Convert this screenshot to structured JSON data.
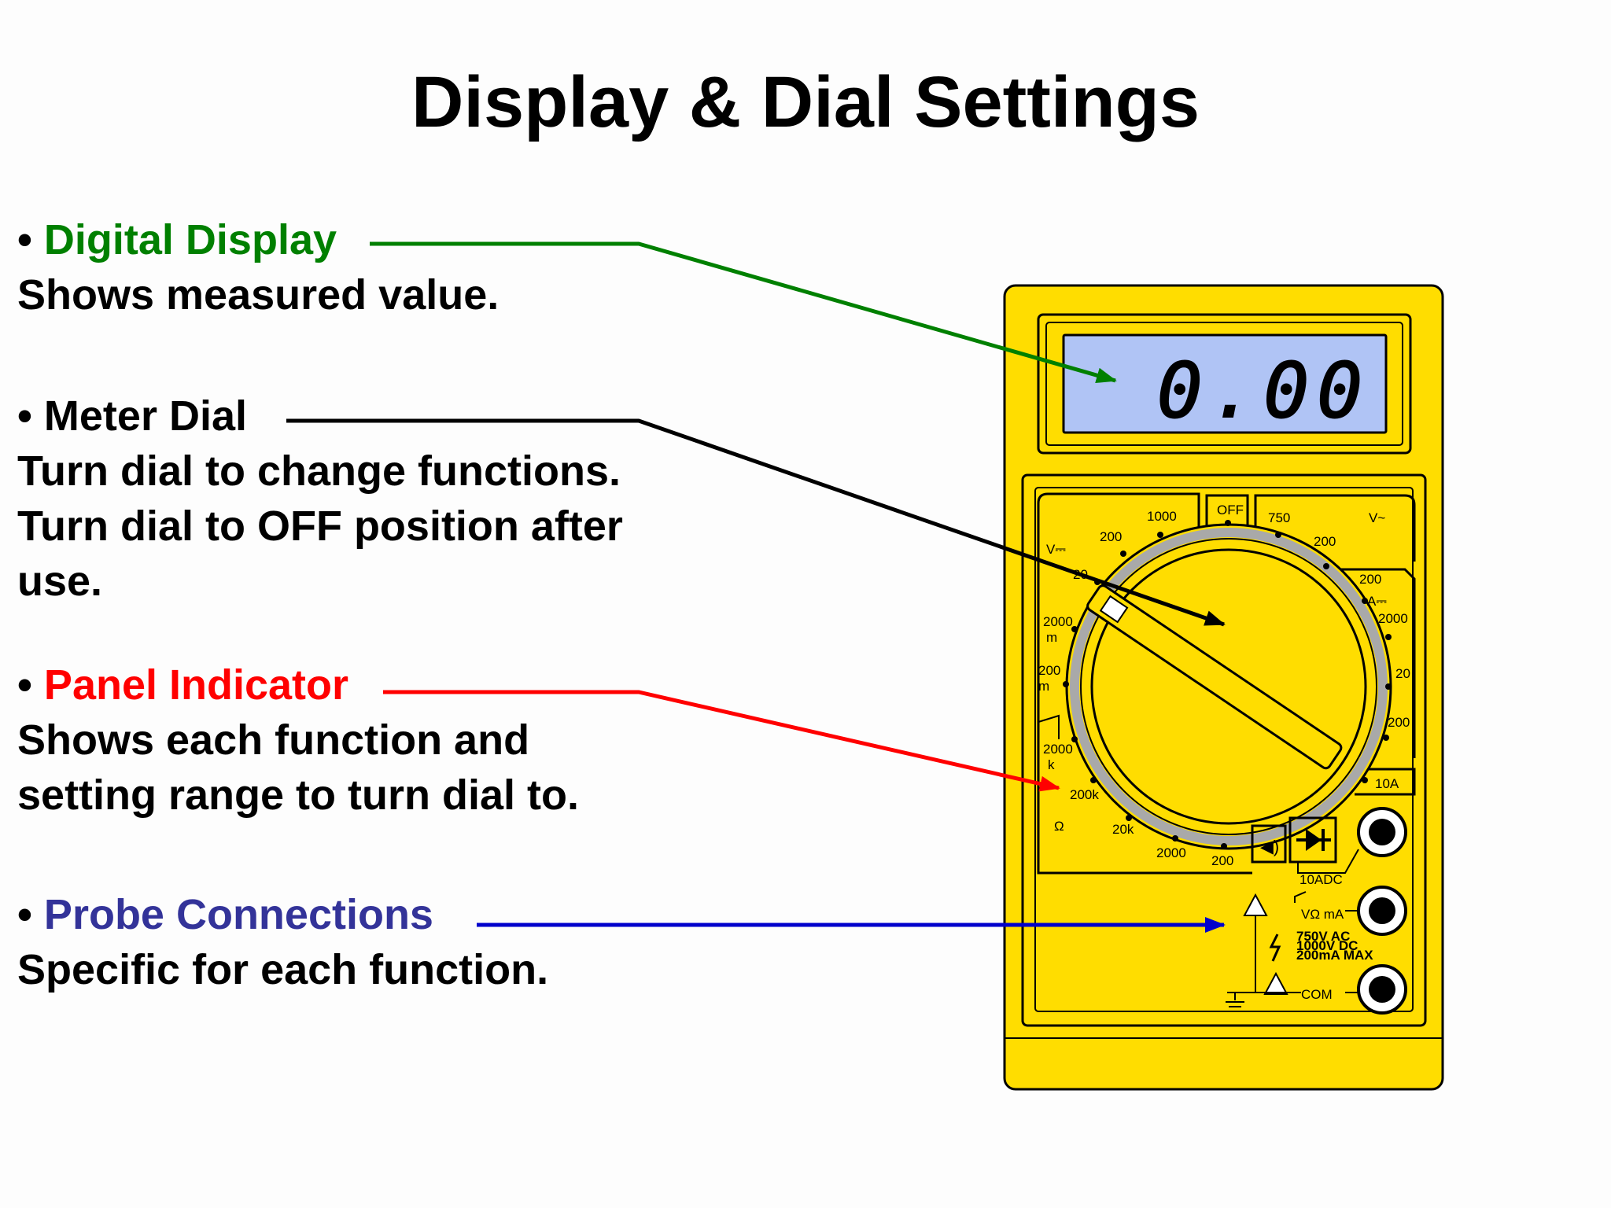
{
  "title": "Display & Dial Settings",
  "bullet": "•",
  "items": [
    {
      "key": "display",
      "label": "Digital Display",
      "color": "#008000",
      "desc": [
        "Shows measured value."
      ]
    },
    {
      "key": "dial",
      "label": "Meter Dial",
      "color": "#000000",
      "desc": [
        "Turn dial to change functions.",
        "Turn dial to OFF position after use."
      ]
    },
    {
      "key": "panel",
      "label": "Panel Indicator",
      "color": "#ff0000",
      "desc": [
        "Shows each function and",
        "setting range to turn dial to."
      ]
    },
    {
      "key": "probe",
      "label": "Probe Connections",
      "color": "#333399",
      "desc": [
        "Specific for each function."
      ]
    }
  ],
  "meter": {
    "reading": "0.00",
    "body_color": "#ffdd00",
    "lcd_color": "#b0c4f5",
    "labels": {
      "off": "OFF",
      "v_dc": "V⎓",
      "v_ac": "V~",
      "a_dc": "A⎓",
      "ohm": "Ω",
      "v1000": "1000",
      "v200a": "200",
      "v20": "20",
      "v2000m": "2000",
      "m1": "m",
      "v200m": "200",
      "m2": "m",
      "ac750": "750",
      "ac200": "200",
      "a200u": "200",
      "a2000u": "2000",
      "a20m": "20",
      "a200m": "200",
      "a10": "10A",
      "r2000k": "2000",
      "r200k": "200k",
      "r20k": "20k",
      "r2000": "2000",
      "r200": "200",
      "k1": "k",
      "jack_10a": "10ADC",
      "jack_vma": "VΩ mA",
      "jack_com": "COM",
      "warn1": "750V AC",
      "warn2": "1000V DC",
      "warn3": "200mA MAX"
    }
  }
}
